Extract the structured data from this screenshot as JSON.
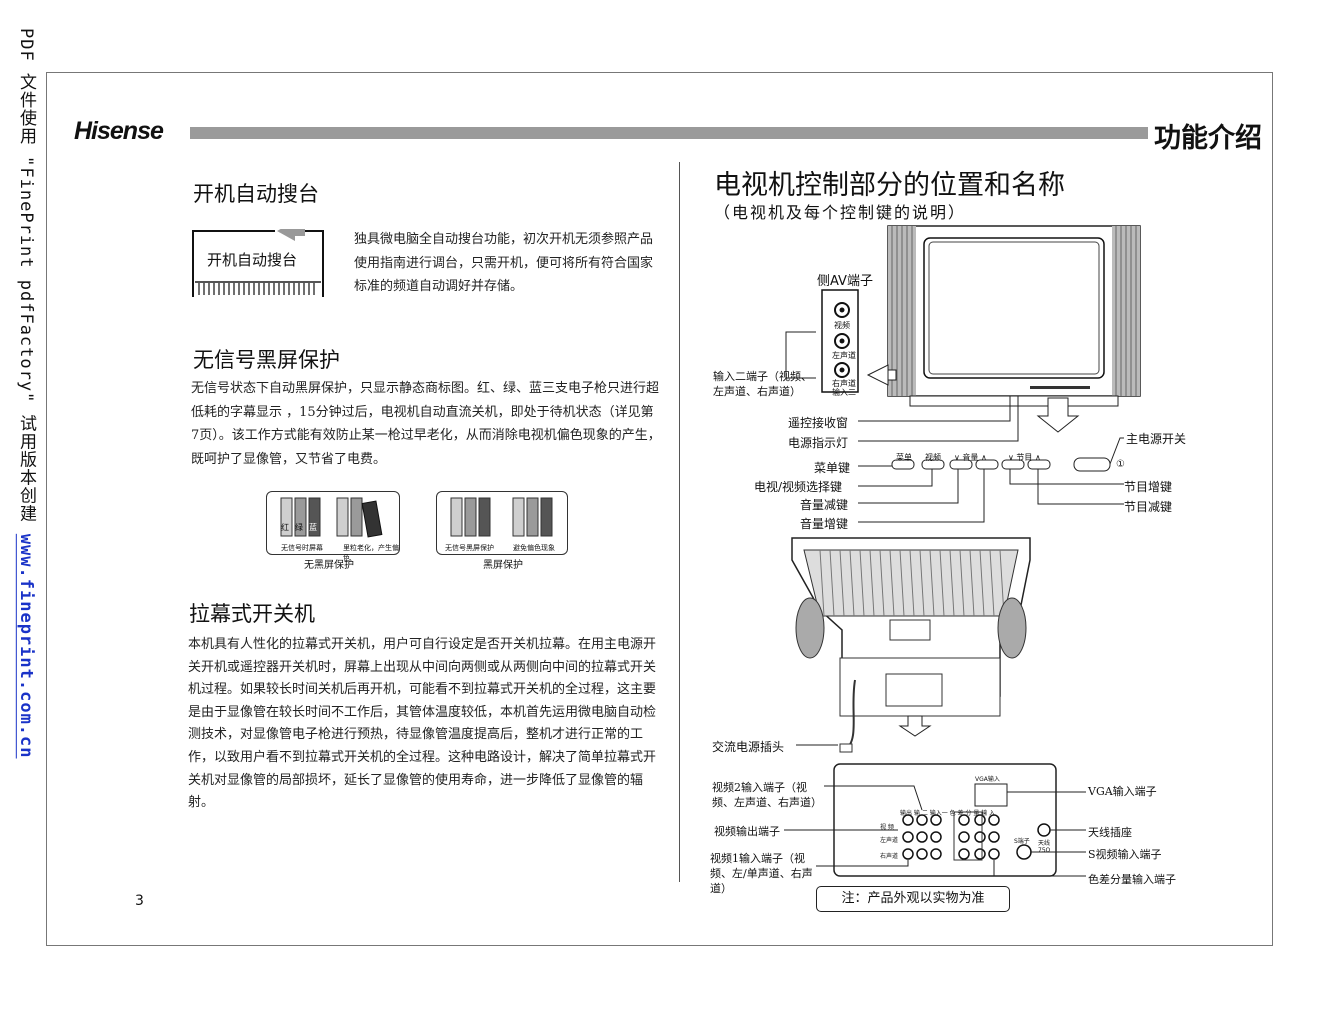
{
  "watermark": {
    "prefix": "PDF 文件使用 \"FinePrint pdfFactory\" 试用版本创建 ",
    "link": "www.fineprint.com.cn"
  },
  "header": {
    "logo": "Hisense",
    "title": "功能介绍"
  },
  "sections": {
    "auto_tune": {
      "title": "开机自动搜台",
      "badge": "开机自动搜台",
      "text": "独具微电脑全自动搜台功能，初次开机无须参照产品使用指南进行调台，只需开机，便可将所有符合国家标准的频道自动调好并存储。"
    },
    "black_screen": {
      "title": "无信号黑屏保护",
      "text": "无信号状态下自动黑屏保护，只显示静态商标图。红、绿、蓝三支电子枪只进行超低耗的字幕显示 ，15分钟过后，电视机自动直流关机，即处于待机状态（详见第7页）。该工作方式能有效防止某一枪过早老化，从而消除电视机偏色现象的产生，既呵护了显像管，又节省了电费。",
      "fig1_caption": "无黑屏保护",
      "fig1_sub": [
        "无信号时屏幕",
        "里粒老化，产生偏色"
      ],
      "fig2_caption": "黑屏保护",
      "fig2_sub": [
        "无信号黑屏保护",
        "避免偏色现象"
      ],
      "gun_labels": [
        "红",
        "绿",
        "蓝"
      ]
    },
    "curtain": {
      "title": "拉幕式开关机",
      "text": "本机具有人性化的拉幕式开关机，用户可自行设定是否开关机拉幕。在用主电源开关开机或遥控器开关机时，屏幕上出现从中间向两侧或从两侧向中间的拉幕式开关机过程。如果较长时间关机后再开机，可能看不到拉幕式开关机的全过程，这主要是由于显像管在较长时间不工作后，其管体温度较低，本机首先运用微电脑自动检测技术，对显像管电子枪进行预热，待显像管温度提高后，整机才进行正常的工作，以致用户看不到拉幕式开关机的全过程。这种电路设计，解决了简单拉幕式开关机对显像管的局部损坏，延长了显像管的使用寿命，进一步降低了显像管的辐射。"
    }
  },
  "page_number": "3",
  "right": {
    "title": "电视机控制部分的位置和名称",
    "subtitle": "（电视机及每个控制键的说明）",
    "side_av": "侧AV端子",
    "side_jacks": [
      "视频",
      "左声道",
      "右声道",
      "输入二"
    ],
    "input2_label": "输入二端子（视频、左声道、右声道）",
    "front_labels": [
      "遥控接收窗",
      "电源指示灯",
      "菜单键",
      "电视/视频选择键",
      "音量减键",
      "音量增键"
    ],
    "right_labels": [
      "主电源开关",
      "节目增键",
      "节目减键"
    ],
    "button_marks": [
      "菜单",
      "视频",
      "∨ 音量 ∧",
      "∨ 节目 ∧"
    ],
    "power_symbol": "①",
    "ac_label": "交流电源插头",
    "panel_left_labels": [
      "视频2输入端子（视频、左声道、右声道）",
      "视频输出端子",
      "视频1输入端子（视频、左/单声道、右声道）"
    ],
    "panel_right_labels": [
      "VGA输入端子",
      "天线插座",
      "S视频输入端子",
      "色差分量输入端子"
    ],
    "panel_marks": {
      "vga": "VGA输入",
      "top": "输出  输 二 输入一   色 差 分 量 输 入",
      "rows": [
        "视 频",
        "左声道",
        "右声道"
      ],
      "ant": "天线 75Ω",
      "s": "S端子"
    },
    "note": "注：产品外观以实物为准"
  },
  "colors": {
    "header_bar": "#9a9a9a",
    "link": "#1a33c8"
  }
}
